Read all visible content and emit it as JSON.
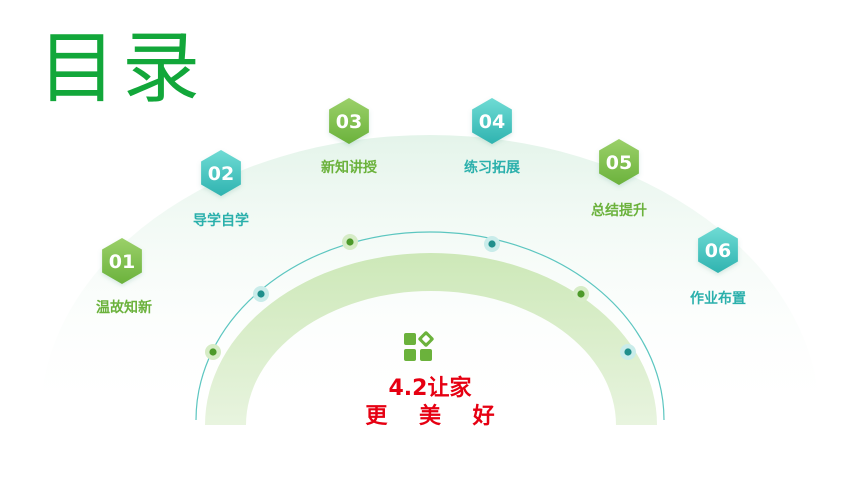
{
  "title": "目录",
  "center": {
    "line1": "4.2让家",
    "line2": "更 美 好"
  },
  "colors": {
    "green": "#7cbe4a",
    "teal": "#3cc4c0",
    "title_green": "#12a73a",
    "red": "#e60012"
  },
  "items": [
    {
      "num": "01",
      "label": "温故知新",
      "color": "green"
    },
    {
      "num": "02",
      "label": "导学自学",
      "color": "teal"
    },
    {
      "num": "03",
      "label": "新知讲授",
      "color": "green"
    },
    {
      "num": "04",
      "label": "练习拓展",
      "color": "teal"
    },
    {
      "num": "05",
      "label": "总结提升",
      "color": "green"
    },
    {
      "num": "06",
      "label": "作业布置",
      "color": "teal"
    }
  ],
  "center_icon": "grid-diamond-icon"
}
